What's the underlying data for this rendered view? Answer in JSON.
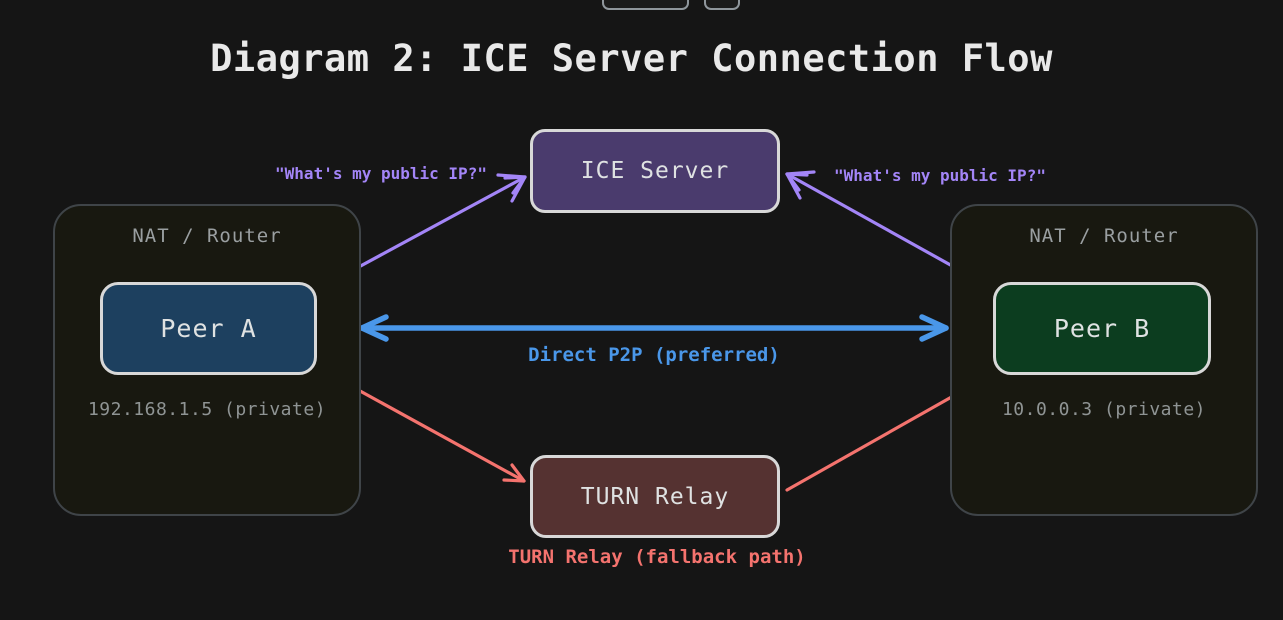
{
  "title": "Diagram 2: ICE Server Connection Flow",
  "colors": {
    "background": "#151515",
    "ice_server_fill": "#4a3b6d",
    "peer_a_fill": "#1d405f",
    "peer_b_fill": "#0c3d1f",
    "turn_relay_fill": "#553231",
    "node_border": "#d8d8d8",
    "nat_container_border": "#3f4448",
    "muted_text": "#9a9fa1",
    "stun_edge_purple": "#a385f7",
    "p2p_edge_blue": "#4a97e9",
    "turn_edge_red": "#f4736e"
  },
  "nodes": {
    "ice_server": {
      "label": "ICE Server"
    },
    "peer_a": {
      "label": "Peer A"
    },
    "peer_b": {
      "label": "Peer B"
    },
    "turn_relay": {
      "label": "TURN Relay"
    }
  },
  "containers": {
    "nat_left": {
      "label": "NAT / Router",
      "address": "192.168.1.5 (private)"
    },
    "nat_right": {
      "label": "NAT / Router",
      "address": "10.0.0.3 (private)"
    }
  },
  "edges": {
    "stun_left": {
      "label": "\"What's my public IP?\""
    },
    "stun_right": {
      "label": "\"What's my public IP?\""
    },
    "direct_p2p": {
      "label": "Direct P2P (preferred)"
    },
    "turn_fallback": {
      "label": "TURN Relay (fallback path)"
    }
  }
}
